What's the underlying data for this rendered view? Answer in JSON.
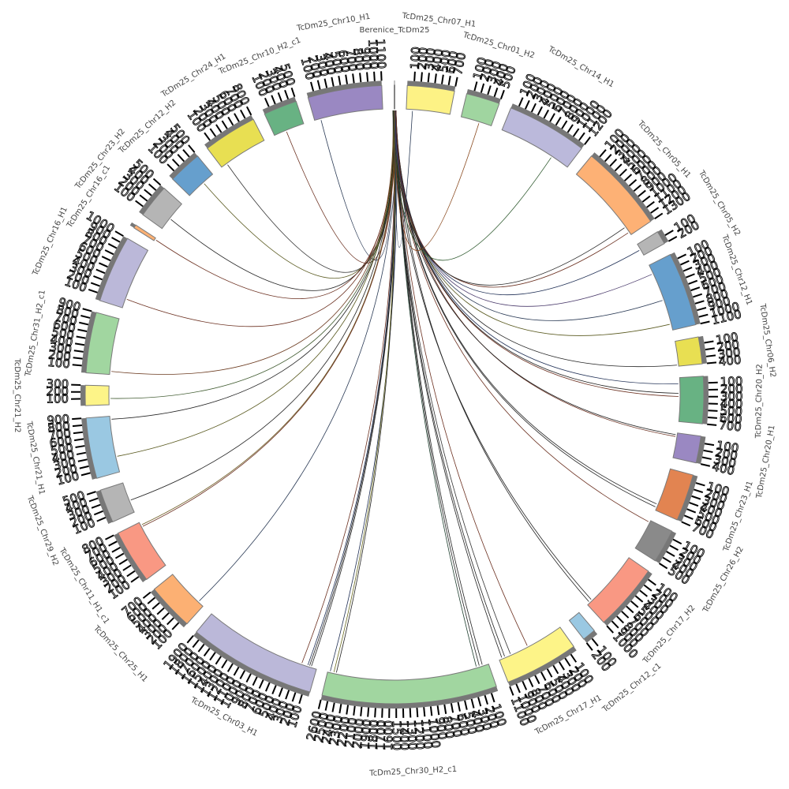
{
  "chart_data": {
    "type": "circos",
    "title": "",
    "tick_step": 100,
    "hub_segment": 0,
    "segments": [
      {
        "name": "Berenice_TcDm25",
        "length": 10,
        "color": "#777777"
      },
      {
        "name": "TcDm25_Chr07_H1",
        "length": 700,
        "color": "#fdf285"
      },
      {
        "name": "TcDm25_Chr01_H2",
        "length": 500,
        "color": "#a0d5a0"
      },
      {
        "name": "TcDm25_Chr14_H1",
        "length": 1200,
        "color": "#bbb9db"
      },
      {
        "name": "TcDm25_Chr05_H1",
        "length": 1300,
        "color": "#fdb175"
      },
      {
        "name": "TcDm25_Chr05_H2",
        "length": 200,
        "color": "#b5b5b5"
      },
      {
        "name": "TcDm25_Chr12_H1",
        "length": 1100,
        "color": "#669fcd"
      },
      {
        "name": "TcDm25_Chr06_H2",
        "length": 400,
        "color": "#e8df52"
      },
      {
        "name": "TcDm25_Chr20_H2",
        "length": 700,
        "color": "#68b283"
      },
      {
        "name": "TcDm25_Chr20_H1",
        "length": 400,
        "color": "#9a88c2"
      },
      {
        "name": "TcDm25_Chr23_H1",
        "length": 700,
        "color": "#e28451"
      },
      {
        "name": "TcDm25_Chr26_H2",
        "length": 500,
        "color": "#8a8a8a"
      },
      {
        "name": "TcDm25_Chr17_H2",
        "length": 1000,
        "color": "#f99883"
      },
      {
        "name": "TcDm25_Chr12_c1",
        "length": 200,
        "color": "#9ac8e2"
      },
      {
        "name": "TcDm25_Chr17_H1",
        "length": 1100,
        "color": "#fdf488"
      },
      {
        "name": "TcDm25_Chr30_H2_c1",
        "length": 2600,
        "color": "#a1d6a0"
      },
      {
        "name": "TcDm25_Chr03_H1",
        "length": 1900,
        "color": "#bbb8d9"
      },
      {
        "name": "TcDm25_Chr25_H1",
        "length": 700,
        "color": "#fcb073"
      },
      {
        "name": "TcDm25_Chr11_H1_c1",
        "length": 800,
        "color": "#f99883"
      },
      {
        "name": "TcDm25_Chr29_H2",
        "length": 500,
        "color": "#b5b5b5"
      },
      {
        "name": "TcDm25_Chr21_H1",
        "length": 900,
        "color": "#9ac8e2"
      },
      {
        "name": "TcDm25_Chr21_H2",
        "length": 300,
        "color": "#fdf488"
      },
      {
        "name": "TcDm25_Chr31_H2_c1",
        "length": 900,
        "color": "#a1d6a0"
      },
      {
        "name": "TcDm25_Chr16_H1",
        "length": 1000,
        "color": "#bbb8d9"
      },
      {
        "name": "TcDm25_Chr16_c1",
        "length": 50,
        "color": "#fcb073"
      },
      {
        "name": "TcDm25_Chr23_H2",
        "length": 500,
        "color": "#b5b5b5"
      },
      {
        "name": "TcDm25_Chr12_H2",
        "length": 500,
        "color": "#669fcd"
      },
      {
        "name": "TcDm25_Chr24_H1",
        "length": 800,
        "color": "#e8df52"
      },
      {
        "name": "TcDm25_Chr10_H2_c1",
        "length": 500,
        "color": "#68b283"
      },
      {
        "name": "TcDm25_Chr10_H1",
        "length": 1100,
        "color": "#9a88c2"
      }
    ],
    "links": [
      {
        "segment": 29,
        "position": 100,
        "color": "#2a3a55"
      },
      {
        "segment": 28,
        "position": 200,
        "color": "#6b2f1f"
      },
      {
        "segment": 27,
        "position": 100,
        "color": "#333333"
      },
      {
        "segment": 26,
        "position": 300,
        "color": "#5a5a20"
      },
      {
        "segment": 25,
        "position": 200,
        "color": "#222222"
      },
      {
        "segment": 24,
        "position": 25,
        "color": "#6b2f1f"
      },
      {
        "segment": 23,
        "position": 150,
        "color": "#6b2f1f"
      },
      {
        "segment": 22,
        "position": 50,
        "color": "#6b3a1f"
      },
      {
        "segment": 21,
        "position": 100,
        "color": "#3f5a2f"
      },
      {
        "segment": 20,
        "position": 850,
        "color": "#222222"
      },
      {
        "segment": 20,
        "position": 250,
        "color": "#5a5a20"
      },
      {
        "segment": 19,
        "position": 200,
        "color": "#222222"
      },
      {
        "segment": 18,
        "position": 750,
        "color": "#6b5a1f"
      },
      {
        "segment": 18,
        "position": 720,
        "color": "#6b2f1f"
      },
      {
        "segment": 17,
        "position": 100,
        "color": "#2a3a55"
      },
      {
        "segment": 16,
        "position": 250,
        "color": "#6b2f1f"
      },
      {
        "segment": 16,
        "position": 150,
        "color": "#1f2f55"
      },
      {
        "segment": 16,
        "position": 120,
        "color": "#222222"
      },
      {
        "segment": 16,
        "position": 90,
        "color": "#222222"
      },
      {
        "segment": 15,
        "position": 2560,
        "color": "#1f2f55"
      },
      {
        "segment": 15,
        "position": 2500,
        "color": "#6b6b20"
      },
      {
        "segment": 15,
        "position": 2460,
        "color": "#222222"
      },
      {
        "segment": 15,
        "position": 200,
        "color": "#1f3f2f"
      },
      {
        "segment": 15,
        "position": 150,
        "color": "#222222"
      },
      {
        "segment": 15,
        "position": 100,
        "color": "#222222"
      },
      {
        "segment": 14,
        "position": 1050,
        "color": "#222222"
      },
      {
        "segment": 14,
        "position": 1000,
        "color": "#222222"
      },
      {
        "segment": 14,
        "position": 900,
        "color": "#333333"
      },
      {
        "segment": 14,
        "position": 600,
        "color": "#6b2f1f"
      },
      {
        "segment": 12,
        "position": 950,
        "color": "#222222"
      },
      {
        "segment": 12,
        "position": 900,
        "color": "#222222"
      },
      {
        "segment": 11,
        "position": 30,
        "color": "#6b2f1f"
      },
      {
        "segment": 10,
        "position": 650,
        "color": "#222222"
      },
      {
        "segment": 10,
        "position": 600,
        "color": "#222222"
      },
      {
        "segment": 9,
        "position": 60,
        "color": "#6b2f1f"
      },
      {
        "segment": 9,
        "position": 30,
        "color": "#222222"
      },
      {
        "segment": 8,
        "position": 300,
        "color": "#6b2f1f"
      },
      {
        "segment": 8,
        "position": 250,
        "color": "#222222"
      },
      {
        "segment": 8,
        "position": 100,
        "color": "#1f2f55"
      },
      {
        "segment": 7,
        "position": 380,
        "color": "#222222"
      },
      {
        "segment": 6,
        "position": 1000,
        "color": "#5a5a20"
      },
      {
        "segment": 6,
        "position": 600,
        "color": "#2a3a55"
      },
      {
        "segment": 6,
        "position": 150,
        "color": "#4a3a6b"
      },
      {
        "segment": 5,
        "position": 100,
        "color": "#1f2f55"
      },
      {
        "segment": 4,
        "position": 1250,
        "color": "#6b2f1f"
      },
      {
        "segment": 4,
        "position": 1150,
        "color": "#222222"
      },
      {
        "segment": 3,
        "position": 900,
        "color": "#2f5a2f"
      },
      {
        "segment": 2,
        "position": 300,
        "color": "#8a4a1f"
      },
      {
        "segment": 1,
        "position": 100,
        "color": "#2a3a55"
      }
    ]
  }
}
